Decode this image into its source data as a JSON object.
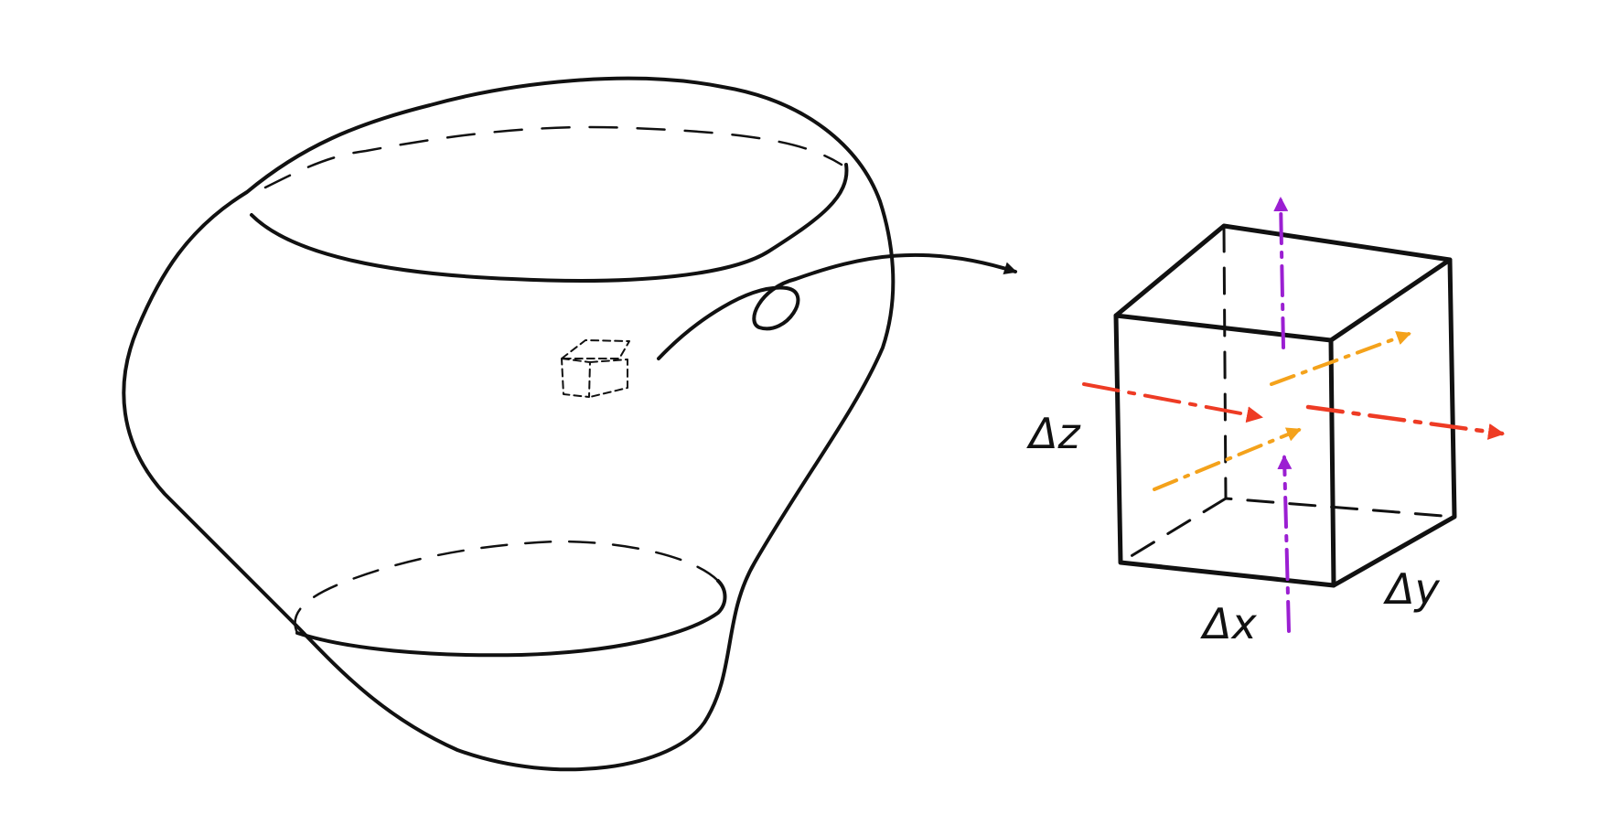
{
  "colors": {
    "ink": "#111111",
    "x_flux": "#f4a21b",
    "y_flux": "#ee3b24",
    "z_flux": "#9b1fd2"
  },
  "labels": {
    "dx": "Δx",
    "dy": "Δy",
    "dz": "Δz"
  }
}
